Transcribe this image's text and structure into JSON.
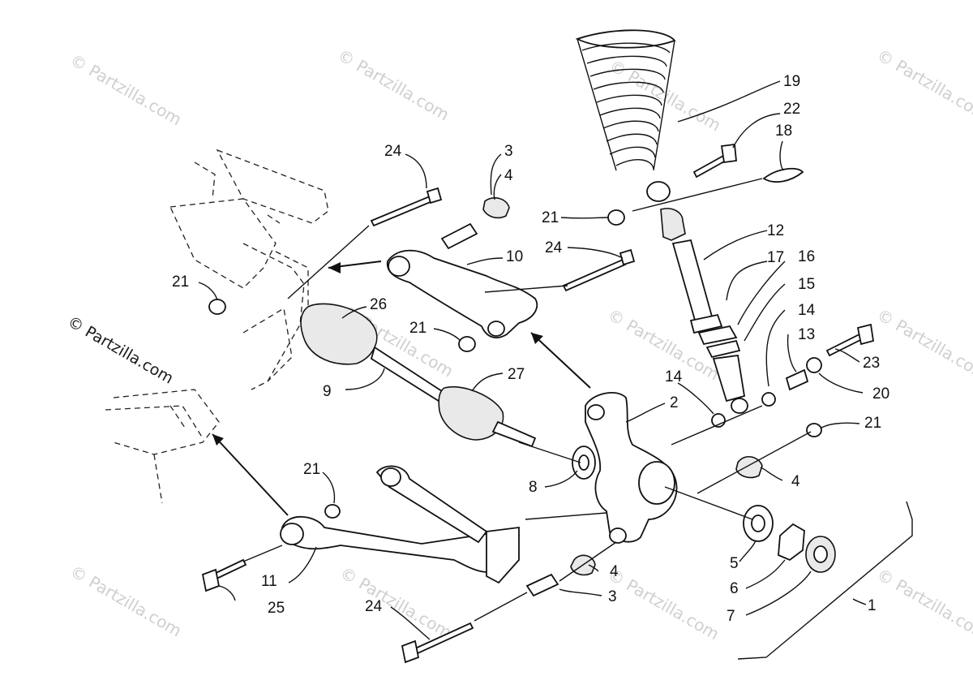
{
  "watermarks": {
    "text": "© Partzilla.com",
    "prominent_text": "© Partzilla.com"
  },
  "parts": [
    {
      "id": "p1",
      "number": "1"
    },
    {
      "id": "p2",
      "number": "2"
    },
    {
      "id": "p3a",
      "number": "3"
    },
    {
      "id": "p3b",
      "number": "3"
    },
    {
      "id": "p4a",
      "number": "4"
    },
    {
      "id": "p4b",
      "number": "4"
    },
    {
      "id": "p4c",
      "number": "4"
    },
    {
      "id": "p5",
      "number": "5"
    },
    {
      "id": "p6",
      "number": "6"
    },
    {
      "id": "p7",
      "number": "7"
    },
    {
      "id": "p8",
      "number": "8"
    },
    {
      "id": "p9",
      "number": "9"
    },
    {
      "id": "p10",
      "number": "10"
    },
    {
      "id": "p11",
      "number": "11"
    },
    {
      "id": "p12",
      "number": "12"
    },
    {
      "id": "p13",
      "number": "13"
    },
    {
      "id": "p14a",
      "number": "14"
    },
    {
      "id": "p14b",
      "number": "14"
    },
    {
      "id": "p15",
      "number": "15"
    },
    {
      "id": "p16",
      "number": "16"
    },
    {
      "id": "p17",
      "number": "17"
    },
    {
      "id": "p18",
      "number": "18"
    },
    {
      "id": "p19",
      "number": "19"
    },
    {
      "id": "p20",
      "number": "20"
    },
    {
      "id": "p21a",
      "number": "21"
    },
    {
      "id": "p21b",
      "number": "21"
    },
    {
      "id": "p21c",
      "number": "21"
    },
    {
      "id": "p21d",
      "number": "21"
    },
    {
      "id": "p21e",
      "number": "21"
    },
    {
      "id": "p22",
      "number": "22"
    },
    {
      "id": "p23",
      "number": "23"
    },
    {
      "id": "p24a",
      "number": "24"
    },
    {
      "id": "p24b",
      "number": "24"
    },
    {
      "id": "p24c",
      "number": "24"
    },
    {
      "id": "p25",
      "number": "25"
    },
    {
      "id": "p26",
      "number": "26"
    },
    {
      "id": "p27",
      "number": "27"
    }
  ]
}
